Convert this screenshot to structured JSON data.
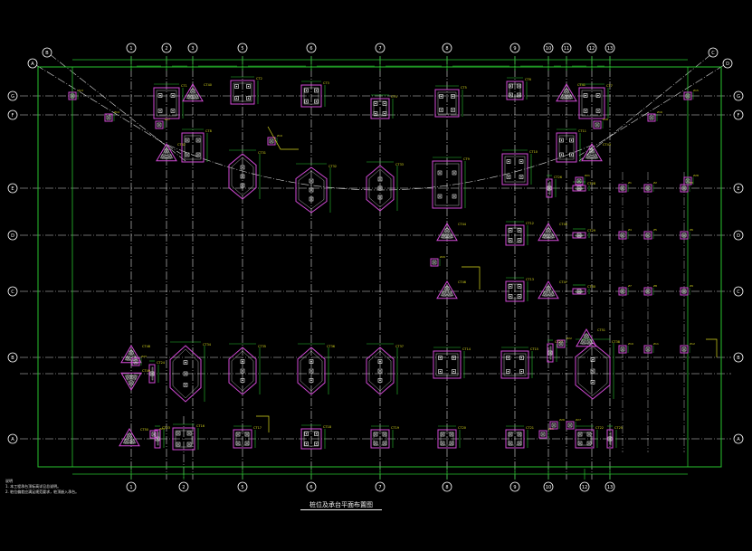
{
  "drawing": {
    "title": "桩位及承台平面布置图",
    "notes": [
      "说明",
      "1. 本工程承台顶标高详见总说明。",
      "2. 桩位偏差应满足规范要求，桩顶嵌入承台。"
    ],
    "colors": {
      "background": "#000000",
      "axis": "#ffffff",
      "dimension": "#27c22e",
      "cap": "#d24ad6",
      "pile": "#ffffff",
      "annotation": "#d8d81e"
    }
  },
  "axes": {
    "top": [
      {
        "label": "1"
      },
      {
        "label": "2"
      },
      {
        "label": "3"
      },
      {
        "label": "5"
      },
      {
        "label": "6"
      },
      {
        "label": "7"
      },
      {
        "label": "8"
      },
      {
        "label": "9"
      },
      {
        "label": "10"
      },
      {
        "label": "11"
      },
      {
        "label": "12"
      },
      {
        "label": "13"
      }
    ],
    "bottom": [
      {
        "label": "1"
      },
      {
        "label": "2"
      },
      {
        "label": "5"
      },
      {
        "label": "6"
      },
      {
        "label": "7"
      },
      {
        "label": "8"
      },
      {
        "label": "9"
      },
      {
        "label": "10"
      },
      {
        "label": "12"
      },
      {
        "label": "13"
      }
    ],
    "left": [
      {
        "label": "G"
      },
      {
        "label": "F"
      },
      {
        "label": "E"
      },
      {
        "label": "D"
      },
      {
        "label": "C"
      },
      {
        "label": "B"
      },
      {
        "label": "A"
      }
    ],
    "right": [
      {
        "label": "G"
      },
      {
        "label": "F"
      },
      {
        "label": "E"
      },
      {
        "label": "D"
      },
      {
        "label": "C"
      },
      {
        "label": "B"
      },
      {
        "label": "A"
      }
    ],
    "radial": [
      {
        "label": "A"
      },
      {
        "label": "B"
      },
      {
        "label": "C"
      },
      {
        "label": "D"
      }
    ]
  },
  "caps": {
    "rect": [
      {
        "label": "CT1"
      },
      {
        "label": "CT2"
      },
      {
        "label": "CT3"
      },
      {
        "label": "CT4"
      },
      {
        "label": "CT5"
      },
      {
        "label": "CT6"
      },
      {
        "label": "CT7"
      },
      {
        "label": "CT8"
      },
      {
        "label": "CT9"
      },
      {
        "label": "CT10"
      },
      {
        "label": "CT11"
      },
      {
        "label": "CT12"
      },
      {
        "label": "CT13"
      },
      {
        "label": "CT14"
      },
      {
        "label": "CT15"
      },
      {
        "label": "CT16"
      },
      {
        "label": "CT17"
      },
      {
        "label": "CT18"
      },
      {
        "label": "CT19"
      },
      {
        "label": "CT20"
      },
      {
        "label": "CT21"
      },
      {
        "label": "CT22"
      },
      {
        "label": "CT23"
      },
      {
        "label": "CT24"
      },
      {
        "label": "CT25"
      },
      {
        "label": "CT26"
      },
      {
        "label": "CT27"
      },
      {
        "label": "CT28"
      },
      {
        "label": "CT29"
      },
      {
        "label": "CT30"
      }
    ],
    "hex": [
      {
        "label": "CT31"
      },
      {
        "label": "CT32"
      },
      {
        "label": "CT33"
      },
      {
        "label": "CT34"
      },
      {
        "label": "CT35"
      },
      {
        "label": "CT36"
      },
      {
        "label": "CT37"
      },
      {
        "label": "CT38"
      },
      {
        "label": "CT39"
      }
    ],
    "tri": [
      {
        "label": "CT40"
      },
      {
        "label": "CT41"
      },
      {
        "label": "CT42"
      },
      {
        "label": "CT43"
      },
      {
        "label": "CT44"
      },
      {
        "label": "CT45"
      },
      {
        "label": "CT46"
      },
      {
        "label": "CT47"
      },
      {
        "label": "CT48"
      },
      {
        "label": "CT49"
      },
      {
        "label": "CT50"
      },
      {
        "label": "CT51"
      }
    ],
    "small": [
      {
        "label": "Z1"
      },
      {
        "label": "Z2"
      },
      {
        "label": "Z3"
      },
      {
        "label": "Z4"
      },
      {
        "label": "Z5"
      },
      {
        "label": "Z6"
      },
      {
        "label": "Z7"
      },
      {
        "label": "Z8"
      },
      {
        "label": "Z9"
      },
      {
        "label": "Z10"
      },
      {
        "label": "Z11"
      },
      {
        "label": "Z12"
      },
      {
        "label": "Z13"
      },
      {
        "label": "Z14"
      },
      {
        "label": "Z15"
      },
      {
        "label": "Z16"
      },
      {
        "label": "Z17"
      },
      {
        "label": "Z18"
      },
      {
        "label": "Z19"
      },
      {
        "label": "Z20"
      },
      {
        "label": "Z21"
      },
      {
        "label": "Z22"
      },
      {
        "label": "Z23"
      },
      {
        "label": "Z24"
      },
      {
        "label": "Z25"
      },
      {
        "label": "Z26"
      },
      {
        "label": "Z27"
      },
      {
        "label": "Z28"
      }
    ]
  }
}
